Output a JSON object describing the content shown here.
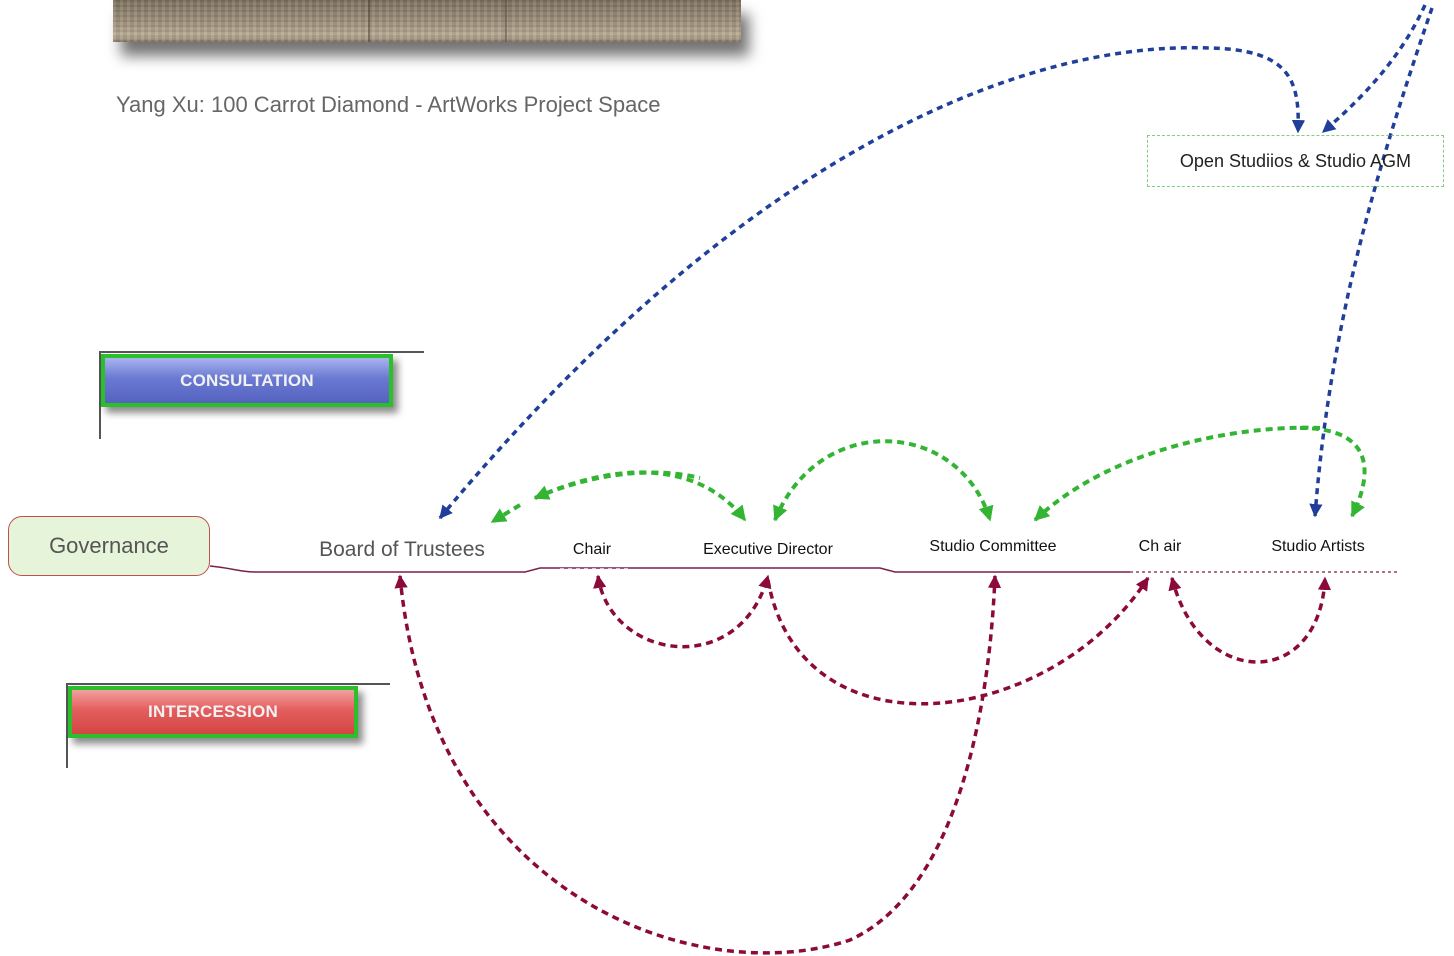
{
  "caption": "Yang Xu: 100 Carrot Diamond - ArtWorks Project Space",
  "buttons": {
    "consultation": "CONSULTATION",
    "intercession": "INTERCESSION"
  },
  "governance": "Governance",
  "agm": "Open Studiios & Studio AGM",
  "nodes": {
    "board": "Board of Trustees",
    "chair1": "Chair",
    "executive": "Executive Director",
    "committee": "Studio Committee",
    "chair2": "Ch air",
    "artists": "Studio Artists"
  },
  "colors": {
    "consultation_arrows": "#2e8b2e",
    "intercession_arrows": "#8b0a3a",
    "agm_arrows": "#1f3f9a",
    "governance_line": "#7a1f4a"
  },
  "icons": {
    "photo": "photo-strip-image",
    "arrow": "dashed-arrow"
  }
}
